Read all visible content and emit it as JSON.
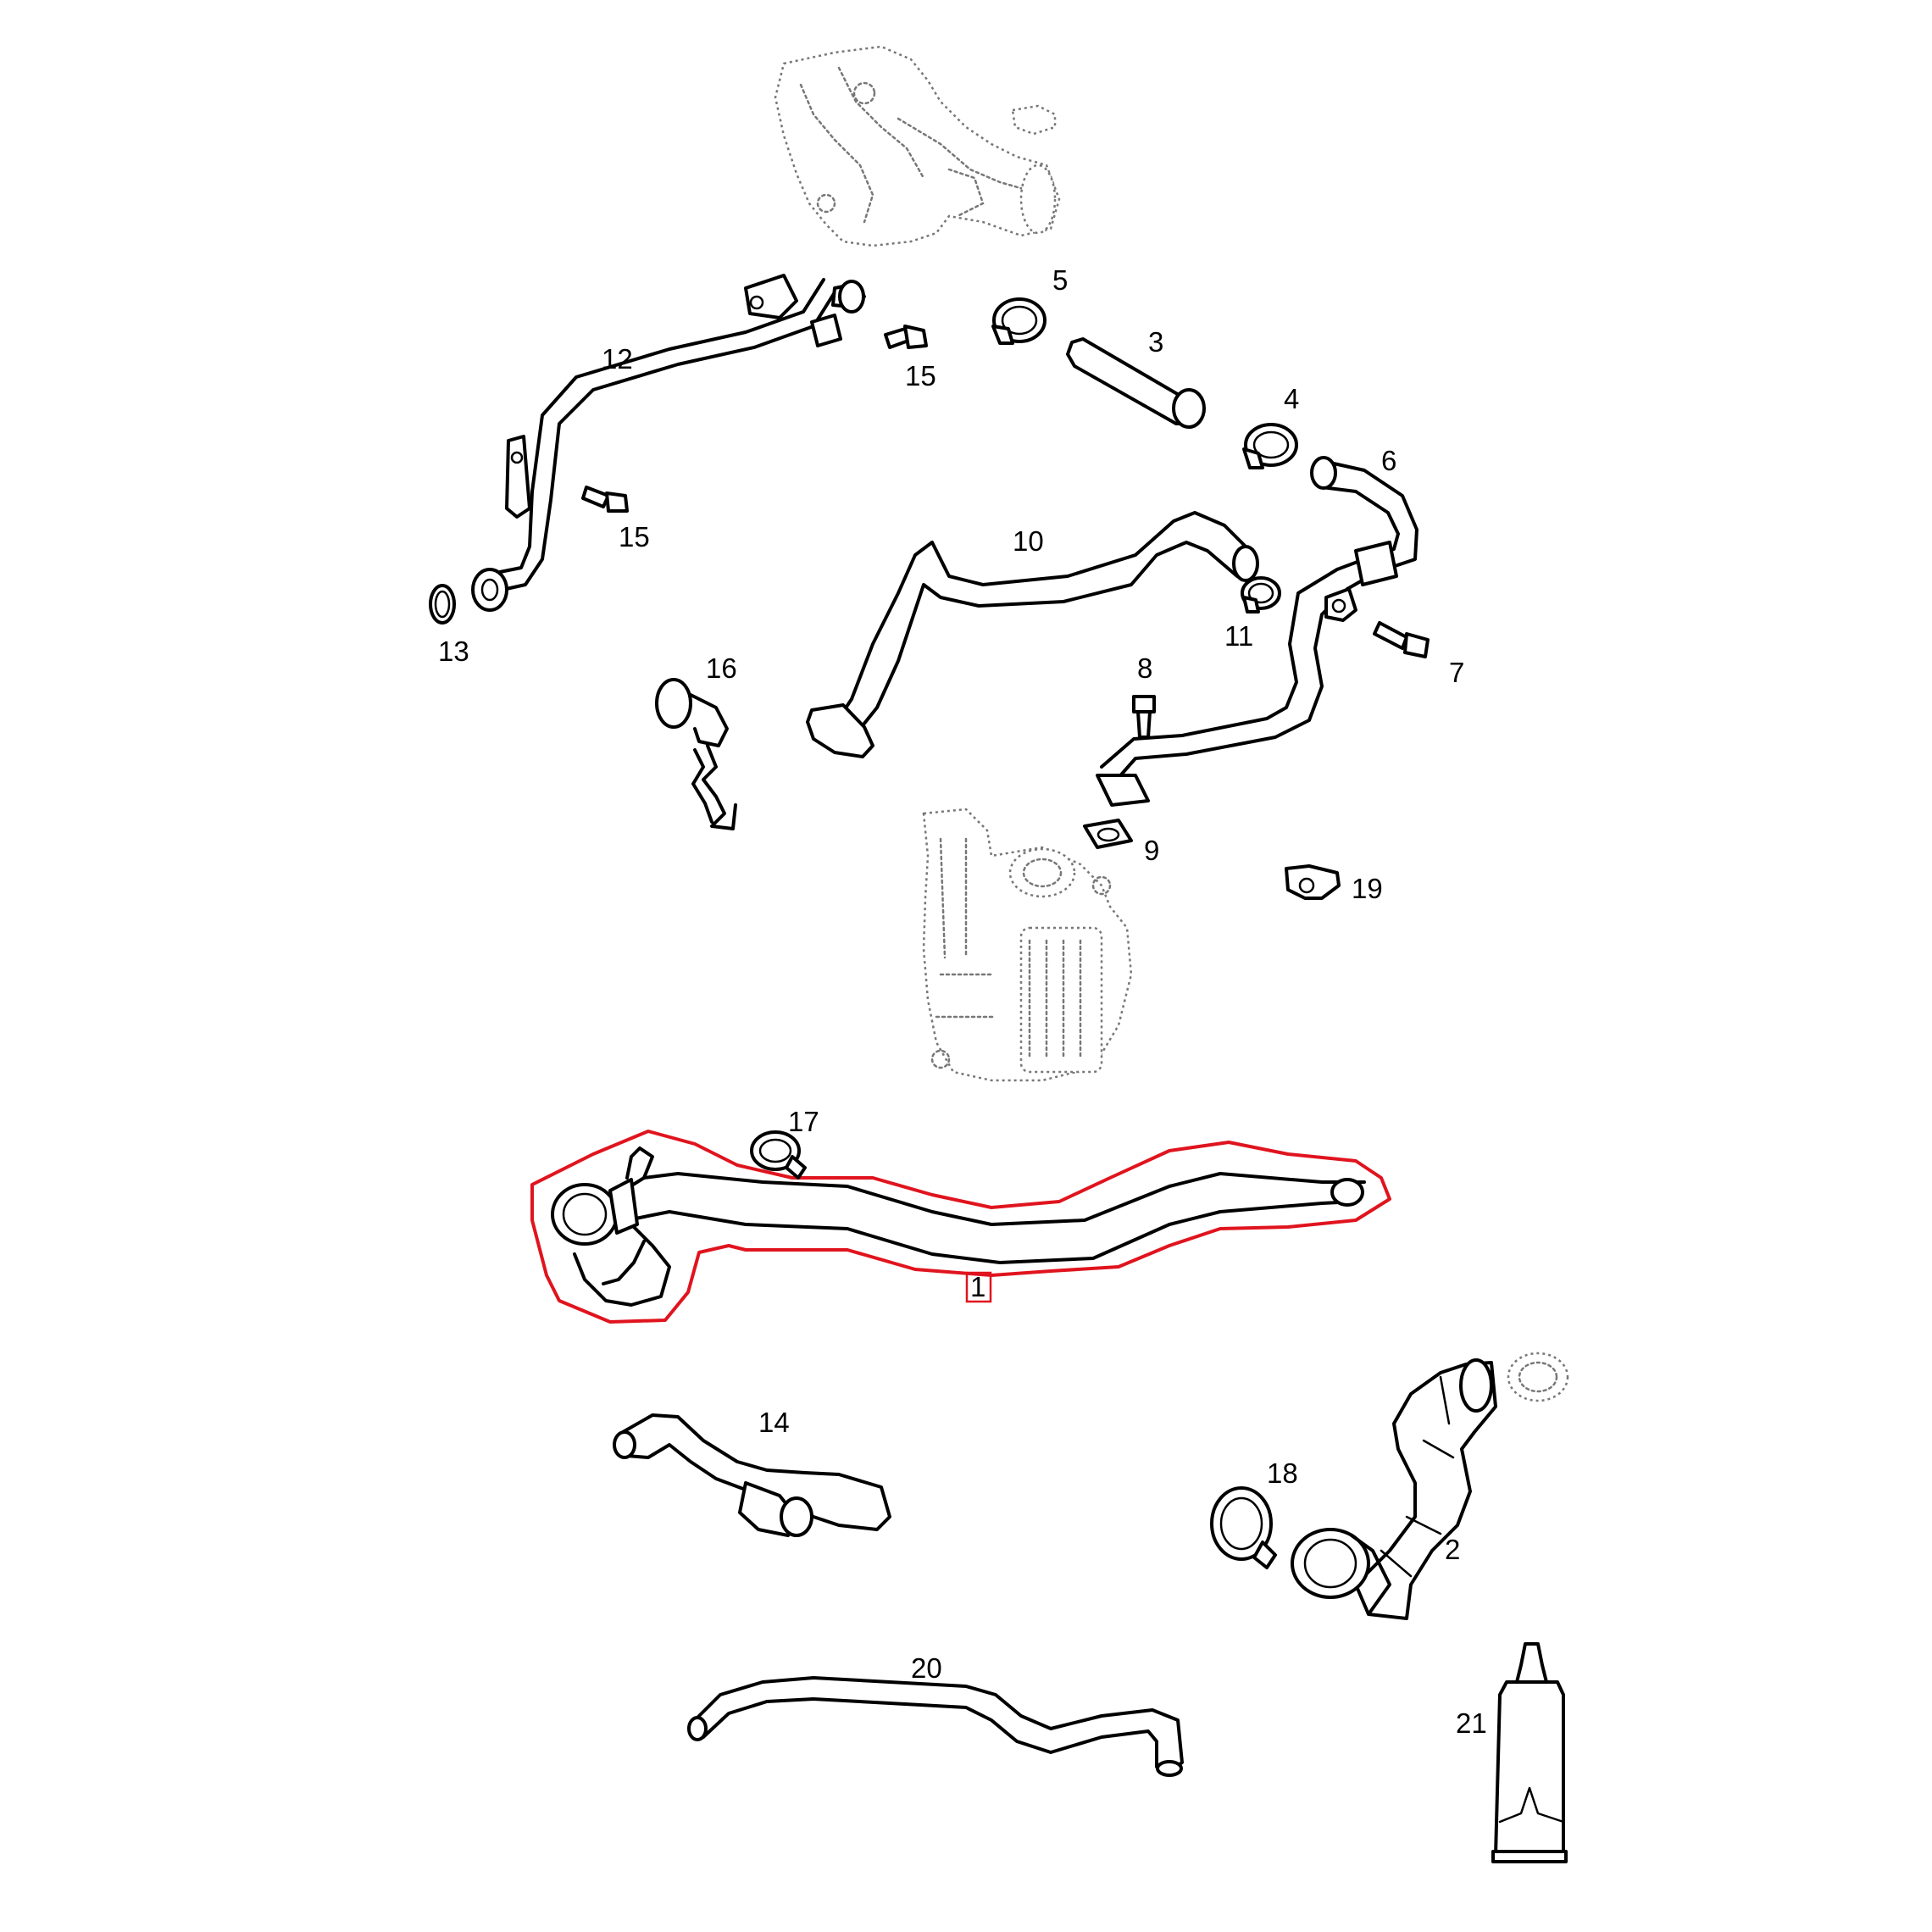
{
  "colors": {
    "highlight": "#e0141e",
    "line": "#000000",
    "ghost": "#777777"
  },
  "callouts": {
    "p1": "1",
    "p2": "2",
    "p3": "3",
    "p4": "4",
    "p5": "5",
    "p6": "6",
    "p7": "7",
    "p8": "8",
    "p9": "9",
    "p10": "10",
    "p11": "11",
    "p12": "12",
    "p13": "13",
    "p14": "14",
    "p15a": "15",
    "p15b": "15",
    "p16": "16",
    "p17": "17",
    "p18": "18",
    "p19": "19",
    "p20": "20",
    "p21": "21"
  }
}
